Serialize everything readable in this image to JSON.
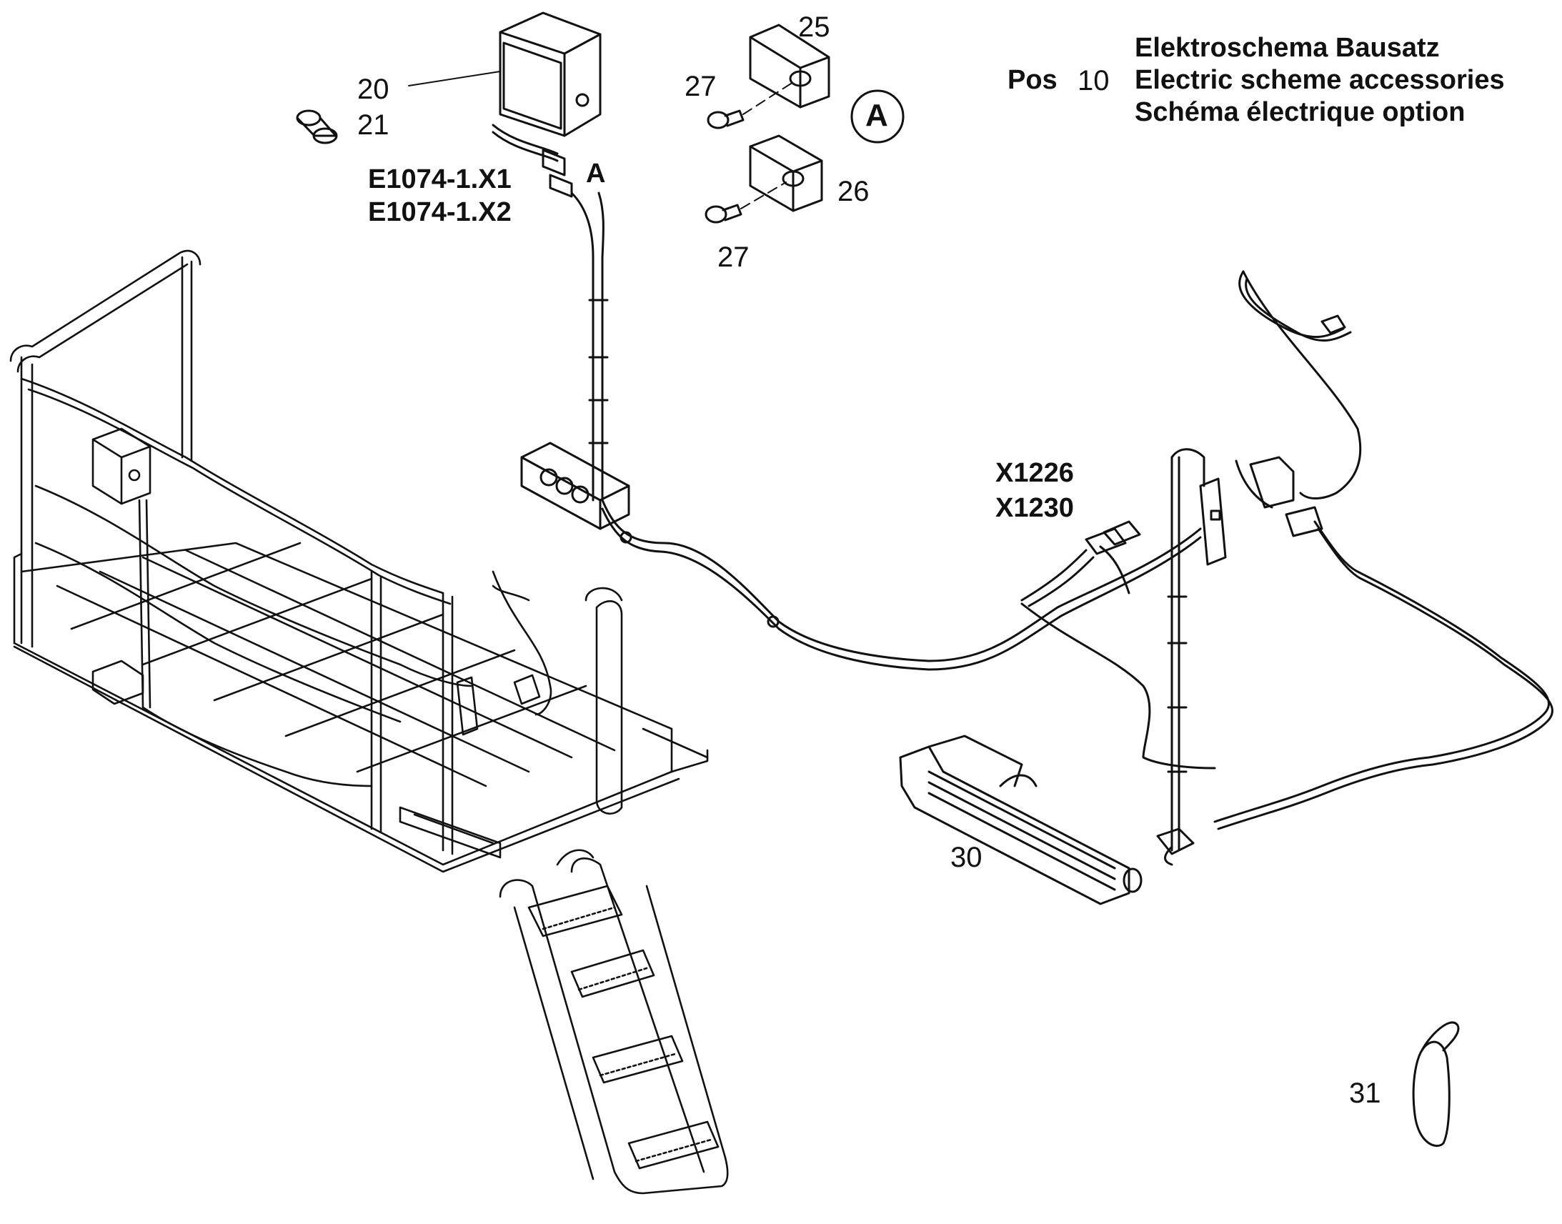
{
  "header": {
    "pos_label": "Pos",
    "pos_number": "10",
    "title_de": "Elektroschema Bausatz",
    "title_en": "Electric scheme accessories",
    "title_fr": "Schéma électrique option"
  },
  "detail_marker": "A",
  "connector_labels": {
    "e1": "E1074-1.X1",
    "e2": "E1074-1.X2",
    "x1": "X1226",
    "x2": "X1230",
    "a_arrow": "A"
  },
  "part_numbers": {
    "p20": "20",
    "p21": "21",
    "p25": "25",
    "p26": "26",
    "p27a": "27",
    "p27b": "27",
    "p30": "30",
    "p31": "31"
  }
}
